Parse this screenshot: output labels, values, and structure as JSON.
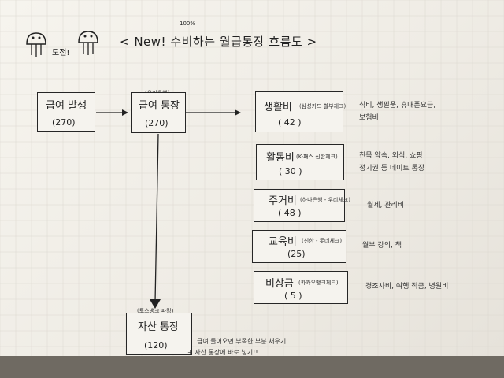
{
  "header": {
    "doodle_label": "도전!",
    "title": "< New! 수비하는 월급통장 흐름도 >",
    "check_mark": "100%"
  },
  "nodes": {
    "salary": {
      "title": "급여 발생",
      "value": "(270)"
    },
    "payroll": {
      "annotation": "(우리은행)",
      "title": "급여 통장",
      "value": "(270)"
    },
    "living": {
      "title": "생활비",
      "account": "(삼성카드 할부체크)",
      "value": "( 42 )"
    },
    "activity": {
      "title": "활동비",
      "account": "(K-패스 신한체크)",
      "value": "( 30 )"
    },
    "housing": {
      "title": "주거비",
      "account": "(하나은행 - 우리체크)",
      "value": "( 48 )"
    },
    "education": {
      "title": "교육비",
      "account": "(신한 - 롯데체크)",
      "value": "(25)"
    },
    "emergency": {
      "title": "비상금",
      "account": "(카카오뱅크체크)",
      "value": "( 5 )"
    },
    "asset": {
      "annotation": "(토스뱅크 파킹)",
      "title": "자산 통장",
      "value": "(120)"
    }
  },
  "notes": {
    "living": [
      "식비, 생필품, 휴대폰요금,",
      "보험비"
    ],
    "activity": [
      "친목 약속, 외식, 쇼핑",
      "정기권 등 데이트 통장"
    ],
    "housing": [
      "월세, 관리비"
    ],
    "education": [
      "월부 강의, 책"
    ],
    "emergency": [
      "경조사비, 여행 적금, 병원비"
    ],
    "asset": [
      "급여 들어오면 부족한 부분 채우기",
      "+ 자산 통장에 바로 넣기!!"
    ]
  }
}
